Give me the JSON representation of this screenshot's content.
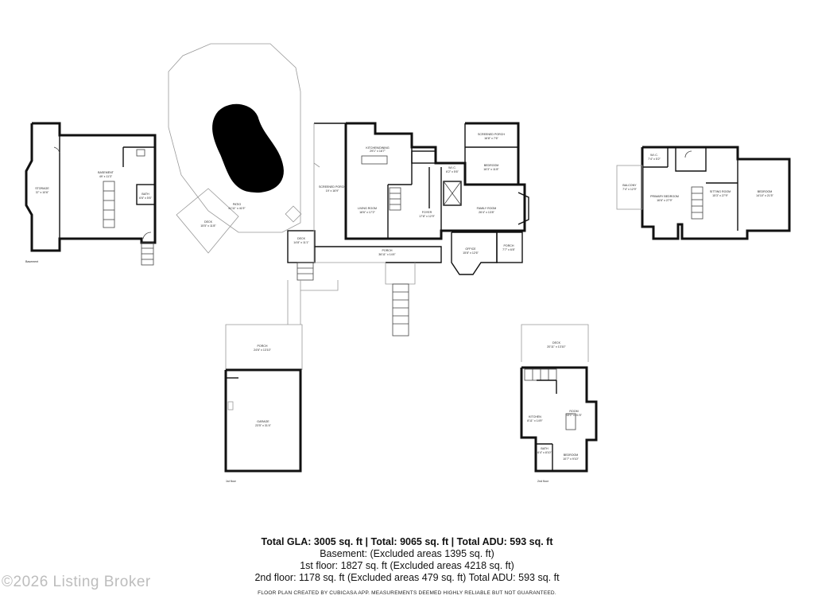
{
  "floorplan": {
    "rooms": {
      "storage": [
        "STORAGE",
        "37' x 10'6\""
      ],
      "basement_mech": [
        "BASEMENT",
        "49' x 11'3\""
      ],
      "basement_bath": [
        "BATH",
        "6'6\" x 5'6\""
      ],
      "patio": [
        "PATIO",
        "41'11\" x 41'9\""
      ],
      "deck_left": [
        "DECK",
        "15'5\" x 11'8\""
      ],
      "screened_porch_left": [
        "SCREENED PORCH",
        "19' x 16'9\""
      ],
      "kitchen": [
        "KITCHEN/DINING",
        "29'1\" x 16'7\""
      ],
      "living": [
        "LIVING ROOM",
        "18'6\" x 17'2\""
      ],
      "foyer": [
        "FOYER",
        "17'8\" x 12'9\""
      ],
      "wic": [
        "W.I.C.",
        "6'2\" x 5'6\""
      ],
      "bedroom_1st": [
        "BEDROOM",
        "16'3\" x 11'8\""
      ],
      "screened_porch_right": [
        "SCREENED PORCH",
        "16'8\" x 7'6\""
      ],
      "family": [
        "FAMILY ROOM",
        "26'4\" x 13'8\""
      ],
      "office": [
        "OFFICE",
        "15'8\" x 12'6\""
      ],
      "porch_small": [
        "PORCH",
        "7'7\" x 6'8\""
      ],
      "porch_front": [
        "PORCH",
        "36'11\" x 14'4\""
      ],
      "deck_mid": [
        "DECK",
        "14'8\" x 11'1\""
      ],
      "garage_porch": [
        "PORCH",
        "24'6\" x 13'10\""
      ],
      "garage": [
        "GARAGE",
        "23'5\" x 31'4\""
      ],
      "wic_upper": [
        "W.I.C.",
        "7'4\" x 5'2\""
      ],
      "primary": [
        "PRIMARY BEDROOM",
        "16'6\" x 27'9\""
      ],
      "balcony": [
        "BALCONY",
        "7'4\" x 12'9\""
      ],
      "sitting": [
        "SITTING ROOM",
        "15'3\" x 27'9\""
      ],
      "bedroom_upper": [
        "BEDROOM",
        "14'10\" x 21'5\""
      ],
      "adu_deck": [
        "DECK",
        "20'11\" x 13'10\""
      ],
      "adu_room": [
        "ROOM",
        "13'1\" x 21'5\""
      ],
      "adu_kitchen": [
        "KITCHEN",
        "8'11\" x 14'9\""
      ],
      "adu_bath": [
        "BATH",
        "6'4\" x 8'10\""
      ],
      "adu_bedroom": [
        "BEDROOM",
        "10'7\" x 9'10\""
      ]
    },
    "level_labels": {
      "basement": "Basement",
      "first": "1st floor",
      "second": "2nd floor"
    }
  },
  "totals": {
    "line1": "Total GLA: 3005 sq. ft | Total: 9065 sq. ft | Total ADU: 593 sq. ft",
    "line2": "Basement: (Excluded areas 1395 sq. ft)",
    "line3": "1st floor: 1827 sq. ft (Excluded areas 4218 sq. ft)",
    "line4": "2nd floor: 1178 sq. ft (Excluded areas 479 sq. ft) Total ADU: 593 sq. ft"
  },
  "footer_note": "FLOOR PLAN CREATED BY CUBICASA APP. MEASUREMENTS DEEMED HIGHLY RELIABLE BUT NOT GUARANTEED.",
  "watermark": "©2026 Listing Broker"
}
